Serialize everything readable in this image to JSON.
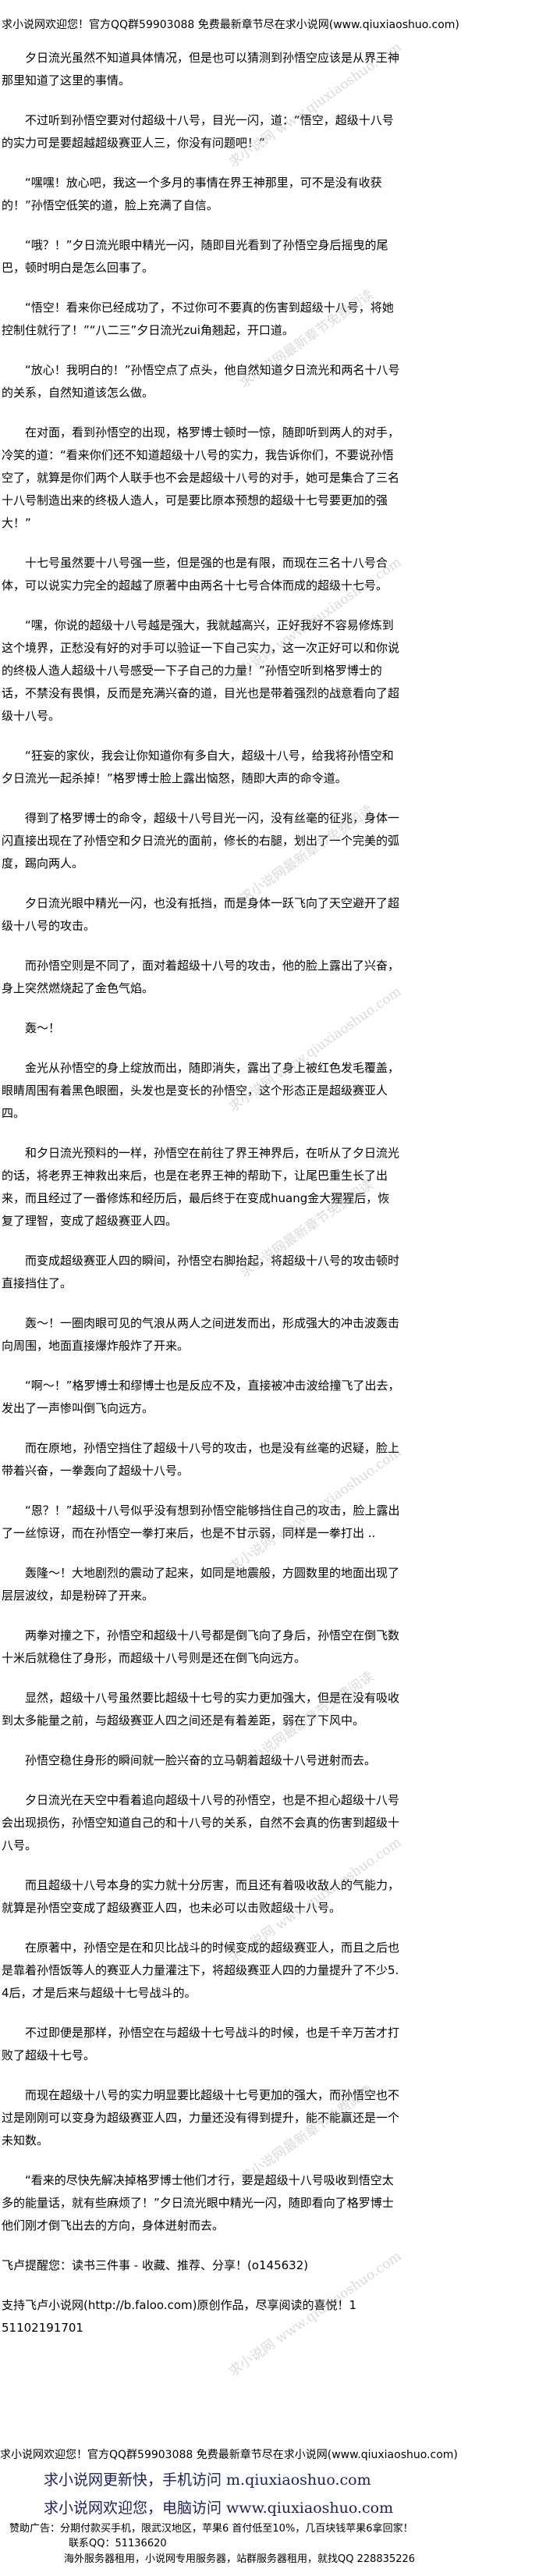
{
  "header_banner": "求小说网欢迎您！官方QQ群59903088 免费最新章节尽在求小说网(www.qiuxiaoshuo.com)",
  "paragraphs": [
    "夕日流光虽然不知道具体情况，但是也可以猜测到孙悟空应该是从界王神那里知道了这里的事情。",
    "不过听到孙悟空要对付超级十八号，目光一闪，道：“悟空，超级十八号的实力可是要超越超级赛亚人三，你没有问题吧！”",
    "“嘿嘿！放心吧，我这一个多月的事情在界王神那里，可不是没有收获的！”孙悟空低笑的道，脸上充满了自信。",
    "“哦？！”夕日流光眼中精光一闪，随即目光看到了孙悟空身后摇曳的尾巴，顿时明白是怎么回事了。",
    "“悟空！看来你已经成功了，不过你可不要真的伤害到超级十八号，将她控制住就行了！”“八二三”夕日流光zui角翘起，开口道。",
    "“放心！我明白的！”孙悟空点了点头，他自然知道夕日流光和两名十八号的关系，自然知道该怎么做。",
    "在对面，看到孙悟空的出现，格罗博士顿时一惊，随即听到两人的对手，冷笑的道：“看来你们还不知道超级十八号的实力，我告诉你们，不要说孙悟空了，就算是你们两个人联手也不会是超级十八号的对手，她可是集合了三名十八号制造出来的终极人造人，可是要比原本预想的超级十七号要更加的强大！”",
    "十七号虽然要十八号强一些，但是强的也是有限，而现在三名十八号合体，可以说实力完全的超越了原著中由两名十七号合体而成的超级十七号。",
    "“嘿，你说的超级十八号越是强大，我就越高兴，正好我好不容易修炼到这个境界，正愁没有好的对手可以验证一下自己实力，这一次正好可以和你说的终极人造人超级十八号感受一下子自己的力量！”孙悟空听到格罗博士的话，不禁没有畏惧，反而是充满兴奋的道，目光也是带着强烈的战意看向了超级十八号。",
    "“狂妄的家伙，我会让你知道你有多自大，超级十八号，给我将孙悟空和夕日流光一起杀掉！”格罗博士脸上露出恼怒，随即大声的命令道。",
    "得到了格罗博士的命令，超级十八号目光一闪，没有丝毫的征兆，身体一闪直接出现在了孙悟空和夕日流光的面前，修长的右腿，划出了一个完美的弧度，踢向两人。",
    "夕日流光眼中精光一闪，也没有抵挡，而是身体一跃飞向了天空避开了超级十八号的攻击。",
    "而孙悟空则是不同了，面对着超级十八号的攻击，他的脸上露出了兴奋，身上突然燃烧起了金色气焰。",
    "轰～！",
    "金光从孙悟空的身上绽放而出，随即消失，露出了身上被红色发毛覆盖，眼睛周围有着黑色眼圈，头发也是变长的孙悟空，这个形态正是超级赛亚人四。",
    "和夕日流光预料的一样，孙悟空在前往了界王神界后，在听从了夕日流光的话，将老界王神救出来后，也是在老界王神的帮助下，让尾巴重生长了出来，而且经过了一番修炼和经历后，最后终于在变成huang金大猩猩后，恢复了理智，变成了超级赛亚人四。",
    "而变成超级赛亚人四的瞬间，孙悟空右脚抬起，将超级十八号的攻击顿时直接挡住了。",
    "轰～！一圈肉眼可见的气浪从两人之间迸发而出，形成强大的冲击波轰击向周围，地面直接爆炸般炸了开来。",
    "“啊～！”格罗博士和缪博士也是反应不及，直接被冲击波给撞飞了出去，发出了一声惨叫倒飞向远方。",
    "而在原地，孙悟空挡住了超级十八号的攻击，也是没有丝毫的迟疑，脸上带着兴奋，一拳轰向了超级十八号。",
    "“恩？！”超级十八号似乎没有想到孙悟空能够挡住自己的攻击，脸上露出了一丝惊讶，而在孙悟空一拳打来后，也是不甘示弱，同样是一拳打出 ..",
    "轰隆～！大地剧烈的震动了起来，如同是地震般，方圆数里的地面出现了层层波纹，却是粉碎了开来。",
    "两拳对撞之下，孙悟空和超级十八号都是倒飞向了身后，孙悟空在倒飞数十米后就稳住了身形，而超级十八号则是还在倒飞向远方。",
    "显然，超级十八号虽然要比超级十七号的实力更加强大，但是在没有吸收到太多能量之前，与超级赛亚人四之间还是有着差距，弱在了下风中。",
    "孙悟空稳住身形的瞬间就一脸兴奋的立马朝着超级十八号迸射而去。",
    "夕日流光在天空中看着追向超级十八号的孙悟空，也是不担心超级十八号会出现损伤，孙悟空知道自己的和十八号的关系，自然不会真的伤害到超级十八号。",
    "而且超级十八号本身的实力就十分厉害，而且还有着吸收敌人的气能力，就算是孙悟空变成了超级赛亚人四，也未必可以击败超级十八号。",
    "在原著中，孙悟空是在和贝比战斗的时候变成的超级赛亚人，而且之后也是靠着孙悟饭等人的赛亚人力量灌注下，将超级赛亚人四的力量提升了不少5.4后，才是后来与超级十七号战斗的。",
    "不过即便是那样，孙悟空在与超级十七号战斗的时候，也是千辛万苦才打败了超级十七号。",
    "而现在超级十八号的实力明显要比超级十七号更加的强大，而孙悟空也不过是刚刚可以变身为超级赛亚人四，力量还没有得到提升，能不能赢还是一个未知数。",
    "“看来的尽快先解决掉格罗博士他们才行，要是超级十八号吸收到悟空太多的能量话，就有些麻烦了！”夕日流光眼中精光一闪，随即看向了格罗博士他们刚才倒飞出去的方向，身体迸射而去。"
  ],
  "faloo_reminder": "飞卢提醒您：读书三件事 - 收藏、推荐、分享！(o145632)",
  "faloo_support": "支持飞卢小说网(http://b.faloo.com)原创作品，尽享阅读的喜悦！1",
  "faloo_code": "51102191701",
  "footer": {
    "banner": "求小说网欢迎您！官方QQ群59903088 免费最新章节尽在求小说网(www.qiuxiaoshuo.com)",
    "mobile_line": "求小说网更新快，手机访问 m.qiuxiaoshuo.com",
    "pc_line": "求小说网欢迎您，电脑访问 www.qiuxiaoshuo.com",
    "ad_line": "赞助广告：分期付款买手机，限武汉地区，苹果6 首付低至10%，几百块钱苹果6拿回家！",
    "ad_contact": "联系QQ：51136620",
    "server_ad": "海外服务器租用，小说网专用服务器，站群服务器租用，就找QQ 228835226"
  },
  "watermarks": [
    "求小说网 www.qiuxiaoshuo.com",
    "求小说网最新章节免费阅读"
  ],
  "colors": {
    "footer_link": "#1e1e5a"
  }
}
